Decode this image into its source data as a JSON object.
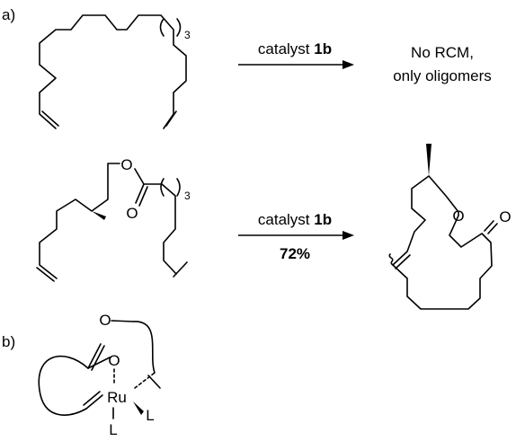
{
  "panels": {
    "a_label": "a)",
    "b_label": "b)"
  },
  "reaction1": {
    "repeat_subscript": "3",
    "catalyst_prefix": "catalyst ",
    "catalyst_id": "1b",
    "result_line1": "No RCM,",
    "result_line2": "only oligomers"
  },
  "reaction2": {
    "oxygen_ester": "O",
    "oxygen_carbonyl": "O",
    "repeat_subscript": "3",
    "catalyst_prefix": "catalyst ",
    "catalyst_id": "1b",
    "yield": "72%",
    "product_oxygen_ring": "O",
    "product_oxygen_carbonyl": "O"
  },
  "complex": {
    "oxygen_ester": "O",
    "oxygen_carbonyl": "O",
    "metal": "Ru",
    "ligand_right": "L",
    "ligand_bottom": "L"
  }
}
